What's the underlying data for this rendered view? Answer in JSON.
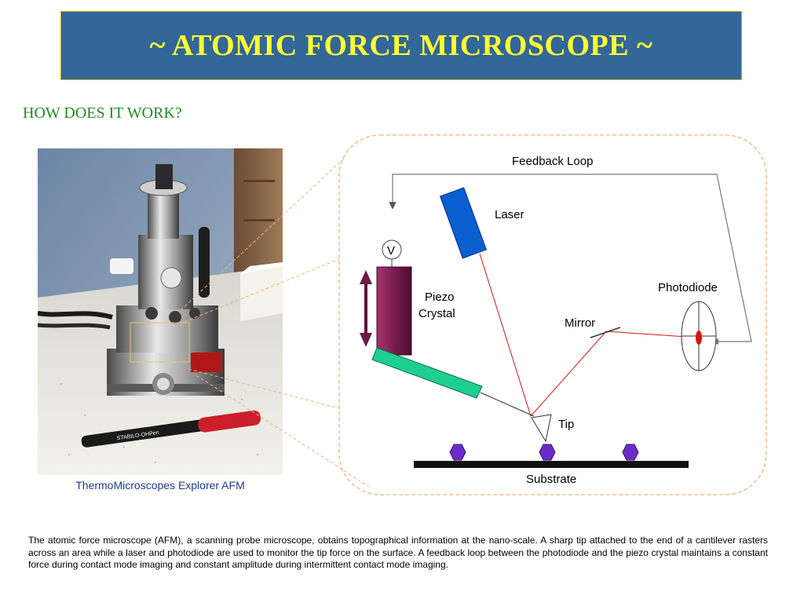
{
  "slide": {
    "title": "~ ATOMIC FORCE MICROSCOPE ~",
    "subtitle": "HOW DOES IT WORK?",
    "photo_caption": "ThermoMicroscopes Explorer AFM",
    "pen_label": "STABILO-OHPen",
    "description": "The atomic force microscope (AFM), a scanning probe microscope, obtains topographical information at the nano-scale.  A sharp tip attached to the end of a cantilever rasters across an area while a laser and photodiode are used to monitor the tip force on the surface.  A feedback loop between the photodiode and the piezo crystal maintains a constant force during contact mode imaging and constant amplitude during intermittent contact mode imaging."
  },
  "diagram": {
    "labels": {
      "feedback_loop": "Feedback Loop",
      "laser": "Laser",
      "voltage": "V",
      "piezo_line1": "Piezo",
      "piezo_line2": "Crystal",
      "photodiode": "Photodiode",
      "mirror": "Mirror",
      "tip": "Tip",
      "substrate": "Substrate"
    },
    "colors": {
      "banner": "#336699",
      "title": "#ffff33",
      "subtitle": "#228b22",
      "laser_block": "#0a5fd0",
      "piezo": "#7a1c4e",
      "cantilever": "#1fcf8f",
      "laser_beam": "#e01010",
      "molecules": "#6a2cc8",
      "callout_border": "#f5b37a"
    }
  }
}
